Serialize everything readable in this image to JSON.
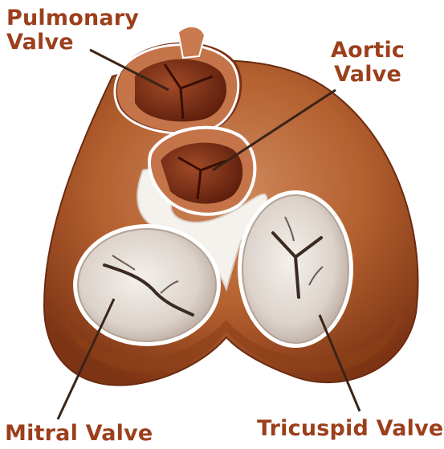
{
  "labels": {
    "pulmonary": {
      "line1": "Pulmonary",
      "line2": "Valve"
    },
    "aortic": {
      "line1": "Aortic",
      "line2": "Valve"
    },
    "mitral": "Mitral Valve",
    "tricuspid": "Tricuspid Valve"
  },
  "colors": {
    "label_text": "#9c3f1c",
    "tissue": "#b8643a",
    "tissue_dark": "#7a3114",
    "tissue_light": "#d9956a",
    "valve_rim": "#ffffff",
    "valve_leaflet": "#e8e2dc",
    "leader_line": "#3a2418"
  }
}
